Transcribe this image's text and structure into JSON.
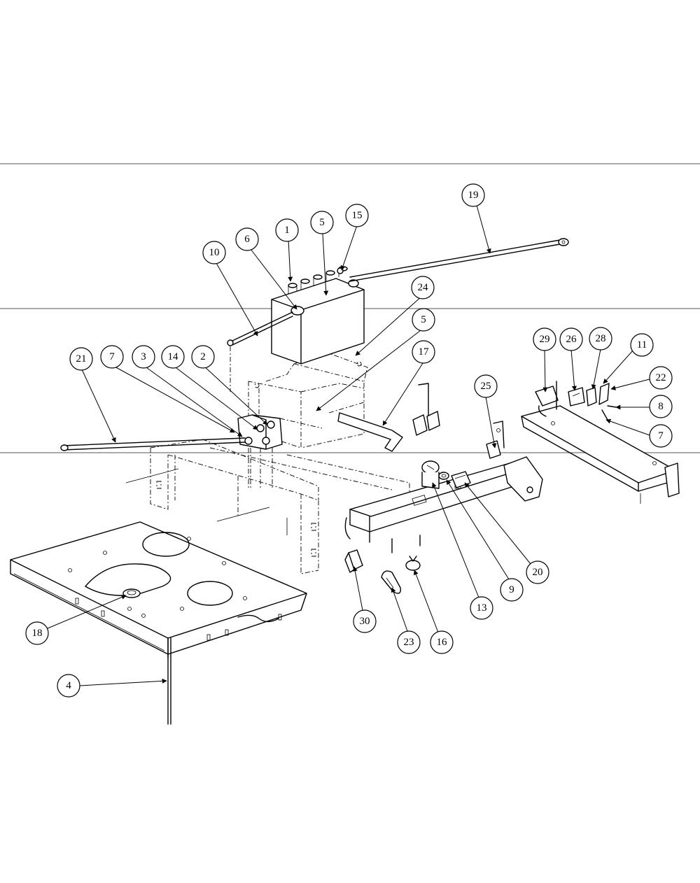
{
  "callouts": [
    {
      "label": "19"
    },
    {
      "label": "1"
    },
    {
      "label": "5"
    },
    {
      "label": "15"
    },
    {
      "label": "6"
    },
    {
      "label": "10"
    },
    {
      "label": "24"
    },
    {
      "label": "5"
    },
    {
      "label": "17"
    },
    {
      "label": "21"
    },
    {
      "label": "7"
    },
    {
      "label": "3"
    },
    {
      "label": "14"
    },
    {
      "label": "2"
    },
    {
      "label": "29"
    },
    {
      "label": "26"
    },
    {
      "label": "28"
    },
    {
      "label": "11"
    },
    {
      "label": "22"
    },
    {
      "label": "8"
    },
    {
      "label": "7"
    },
    {
      "label": "25"
    },
    {
      "label": "20"
    },
    {
      "label": "9"
    },
    {
      "label": "13"
    },
    {
      "label": "30"
    },
    {
      "label": "23"
    },
    {
      "label": "16"
    },
    {
      "label": "18"
    },
    {
      "label": "4"
    }
  ]
}
